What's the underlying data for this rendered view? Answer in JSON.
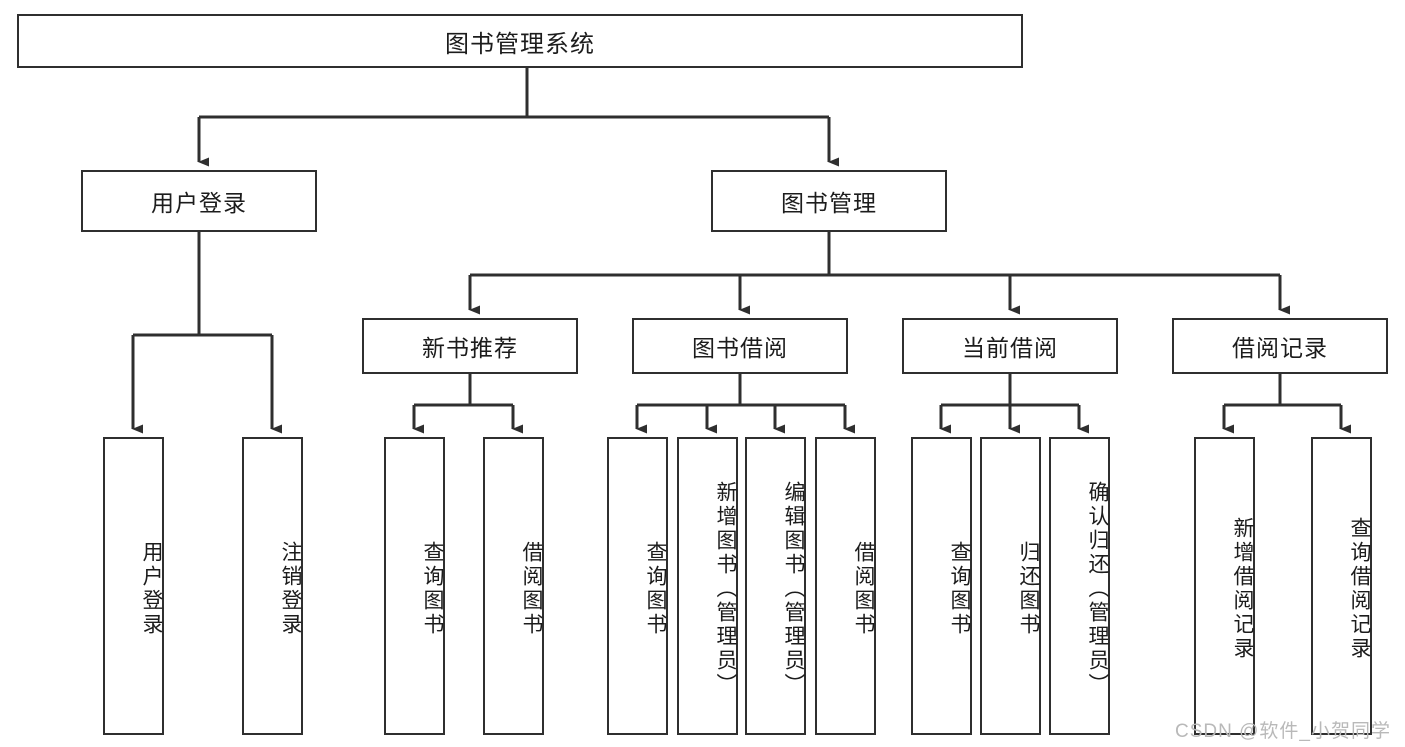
{
  "diagram": {
    "title": "图书管理系统",
    "type": "hierarchy-tree",
    "watermark": "CSDN @软件_小贺同学",
    "colors": {
      "box_border": "#2f2f2f",
      "box_fill": "#ffffff",
      "connector": "#2f2f2f",
      "text": "#1c1c1c",
      "watermark": "#b9b9b9"
    }
  },
  "nodes": {
    "root": {
      "label": "图书管理系统"
    },
    "level2": [
      {
        "label": "用户登录"
      },
      {
        "label": "图书管理"
      }
    ],
    "level3": [
      {
        "label": "新书推荐"
      },
      {
        "label": "图书借阅"
      },
      {
        "label": "当前借阅"
      },
      {
        "label": "借阅记录"
      }
    ],
    "leaves": {
      "user_login": [
        {
          "label": "用户登录"
        },
        {
          "label": "注销登录"
        }
      ],
      "new_book_recommend": [
        {
          "label": "查询图书"
        },
        {
          "label": "借阅图书"
        }
      ],
      "book_borrow": [
        {
          "label": "查询图书"
        },
        {
          "label": "新增图书（管理员）"
        },
        {
          "label": "编辑图书（管理员）"
        },
        {
          "label": "借阅图书"
        }
      ],
      "current_borrow": [
        {
          "label": "查询图书"
        },
        {
          "label": "归还图书"
        },
        {
          "label": "确认归还（管理员）"
        }
      ],
      "borrow_record": [
        {
          "label": "新增借阅记录"
        },
        {
          "label": "查询借阅记录"
        }
      ]
    }
  }
}
